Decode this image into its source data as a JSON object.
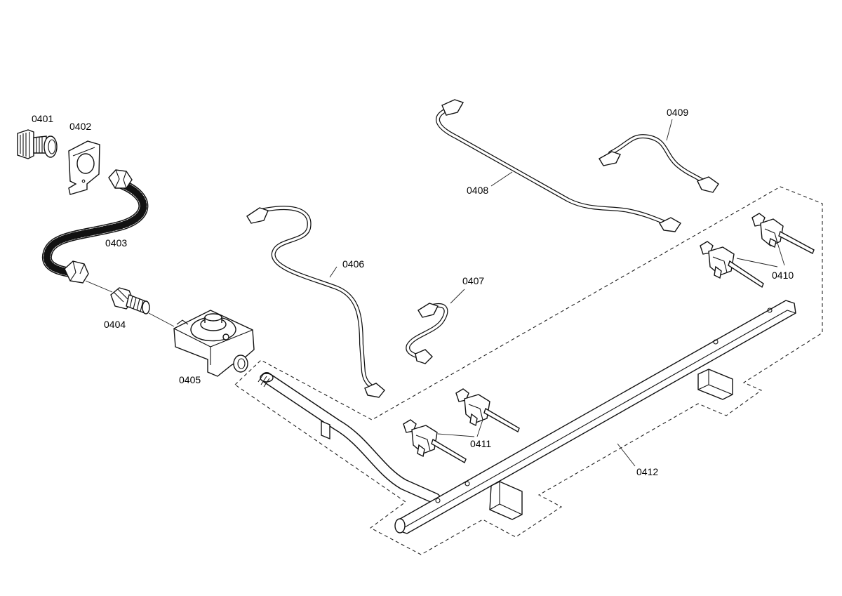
{
  "diagram": {
    "title": "",
    "parts": [
      {
        "id": "0401",
        "label": "0401"
      },
      {
        "id": "0402",
        "label": "0402"
      },
      {
        "id": "0403",
        "label": "0403"
      },
      {
        "id": "0404",
        "label": "0404"
      },
      {
        "id": "0405",
        "label": "0405"
      },
      {
        "id": "0406",
        "label": "0406"
      },
      {
        "id": "0407",
        "label": "0407"
      },
      {
        "id": "0408",
        "label": "0408"
      },
      {
        "id": "0409",
        "label": "0409"
      },
      {
        "id": "0410",
        "label": "0410"
      },
      {
        "id": "0411",
        "label": "0411"
      },
      {
        "id": "0412",
        "label": "0412"
      }
    ]
  }
}
